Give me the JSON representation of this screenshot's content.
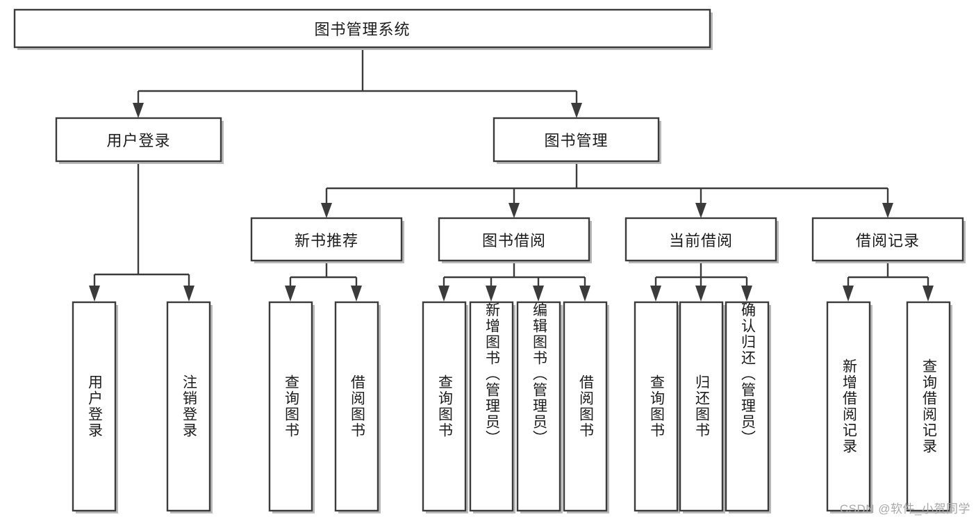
{
  "diagram": {
    "type": "tree-hierarchy",
    "title": "图书管理系统",
    "orientation": "top-down",
    "watermark": "CSDN @软件_小贺同学",
    "colors": {
      "box_fill": "#ffffff",
      "box_stroke": "#3b3b3b",
      "connector": "#3b3b3b",
      "text": "#1b1b1b",
      "watermark": "#a8a8a8"
    },
    "nodes": {
      "root": {
        "label": "图书管理系统",
        "level": 1
      },
      "level2": [
        {
          "id": "user-login",
          "label": "用户登录"
        },
        {
          "id": "book-manage",
          "label": "图书管理"
        }
      ],
      "level3": [
        {
          "id": "new-book-recommend",
          "label": "新书推荐",
          "parent": "book-manage"
        },
        {
          "id": "book-borrow",
          "label": "图书借阅",
          "parent": "book-manage"
        },
        {
          "id": "current-borrow",
          "label": "当前借阅",
          "parent": "book-manage"
        },
        {
          "id": "borrow-record",
          "label": "借阅记录",
          "parent": "book-manage"
        }
      ],
      "leaves": [
        {
          "id": "leaf-user-login",
          "label": "用户登录",
          "parent": "user-login"
        },
        {
          "id": "leaf-logout-login",
          "label": "注销登录",
          "parent": "user-login"
        },
        {
          "id": "leaf-query-book-1",
          "label": "查询图书",
          "parent": "new-book-recommend"
        },
        {
          "id": "leaf-borrow-book-1",
          "label": "借阅图书",
          "parent": "new-book-recommend"
        },
        {
          "id": "leaf-query-book-2",
          "label": "查询图书",
          "parent": "book-borrow"
        },
        {
          "id": "leaf-add-book",
          "label": "新增图书（管理员）",
          "parent": "book-borrow"
        },
        {
          "id": "leaf-edit-book",
          "label": "编辑图书（管理员）",
          "parent": "book-borrow"
        },
        {
          "id": "leaf-borrow-book-2",
          "label": "借阅图书",
          "parent": "book-borrow"
        },
        {
          "id": "leaf-query-book-3",
          "label": "查询图书",
          "parent": "current-borrow"
        },
        {
          "id": "leaf-return-book",
          "label": "归还图书",
          "parent": "current-borrow"
        },
        {
          "id": "leaf-confirm-return",
          "label": "确认归还（管理员）",
          "parent": "current-borrow"
        },
        {
          "id": "leaf-add-record",
          "label": "新增借阅记录",
          "parent": "borrow-record"
        },
        {
          "id": "leaf-query-record",
          "label": "查询借阅记录",
          "parent": "borrow-record"
        }
      ]
    }
  }
}
